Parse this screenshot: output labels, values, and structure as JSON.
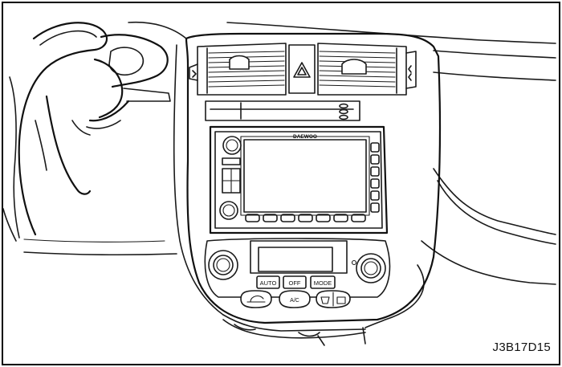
{
  "figure_code": "J3B17D15",
  "display": {
    "brand": "DAEWOO"
  },
  "climate": {
    "auto_label": "AUTO",
    "off_label": "OFF",
    "mode_label": "MODE",
    "ac_label": "A/C"
  }
}
